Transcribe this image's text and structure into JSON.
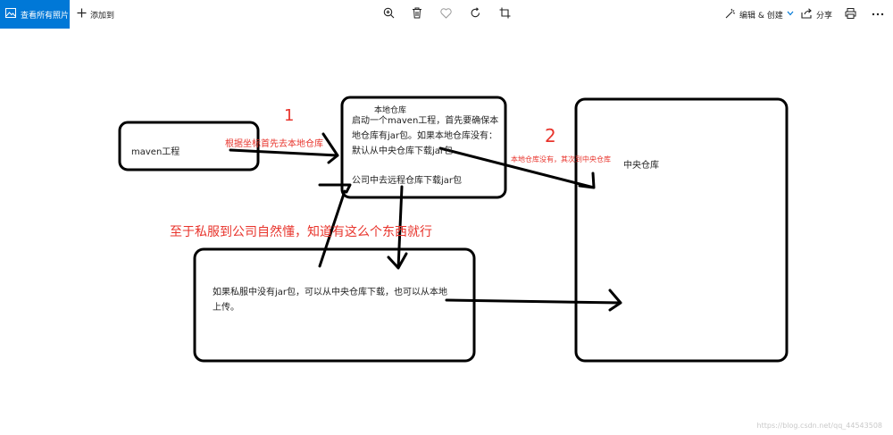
{
  "toolbar": {
    "all_photos_label": "查看所有照片",
    "add_to_label": "添加到",
    "edit_create_label": "编辑 & 创建",
    "share_label": "分享"
  },
  "drawing": {
    "maven_project": "maven工程",
    "local_repo_title": "本地仓库",
    "local_repo_line1": "启动一个maven工程，首先要确保本",
    "local_repo_line2": "地仓库有jar包。如果本地仓库没有：",
    "local_repo_line3": "默认从中央仓库下载jar包",
    "local_repo_line4": "公司中去远程仓库下载jar包",
    "central_repo": "中央仓库",
    "step1": "1",
    "step2": "2",
    "coord_note": "根据坐标首先去本地仓库",
    "central_note": "本地仓库没有，其次到中央仓库",
    "private_note": "至于私服到公司自然懂，知道有这么个东西就行",
    "private_line1": "如果私服中没有jar包，可以从中央仓库下载，也可以从本地",
    "private_line2": "上传。"
  },
  "watermark": "https://blog.csdn.net/qq_44543508",
  "colors": {
    "accent": "#0078d7",
    "annotation_red": "#e8342c",
    "ink": "#000000"
  }
}
